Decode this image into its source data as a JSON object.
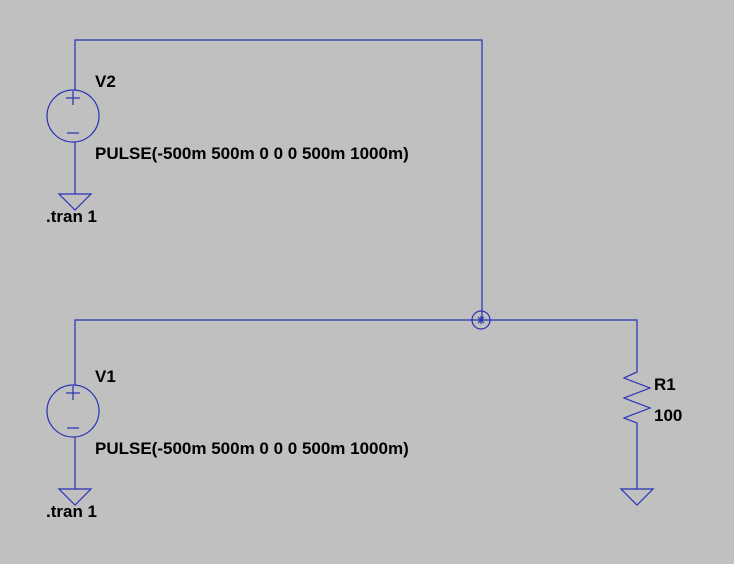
{
  "colors": {
    "background": "#c0c0c0",
    "wire": "#2832b4",
    "text": "#000000"
  },
  "components": {
    "v2": {
      "name": "V2",
      "value": "PULSE(-500m 500m 0 0 0 500m 1000m)",
      "directive": ".tran 1"
    },
    "v1": {
      "name": "V1",
      "value": "PULSE(-500m 500m 0 0 0 500m 1000m)",
      "directive": ".tran 1"
    },
    "r1": {
      "name": "R1",
      "value": "100"
    }
  },
  "icons": {
    "voltage_source": "voltage-source-icon",
    "resistor": "resistor-icon",
    "ground": "ground-icon",
    "probe": "probe-marker-icon"
  }
}
